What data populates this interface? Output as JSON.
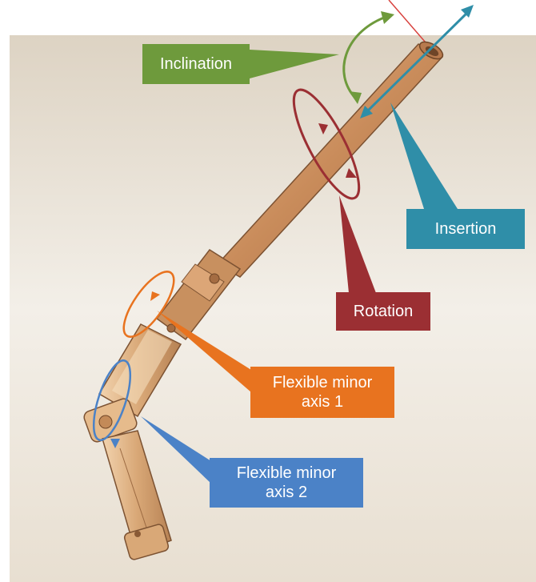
{
  "labels": {
    "inclination": "Inclination",
    "insertion": "Insertion",
    "rotation": "Rotation",
    "flexible_minor_axis_1": "Flexible  minor\naxis 1",
    "flexible_minor_axis_2": "Flexible  minor\naxis 2"
  },
  "colors": {
    "inclination": "#6e9a3c",
    "insertion": "#2f8ea8",
    "rotation": "#9b2f33",
    "flexible_minor_axis_1": "#e8731f",
    "flexible_minor_axis_2": "#4b82c7",
    "instrument": "#d19a6e",
    "background": "#ece4d6"
  }
}
